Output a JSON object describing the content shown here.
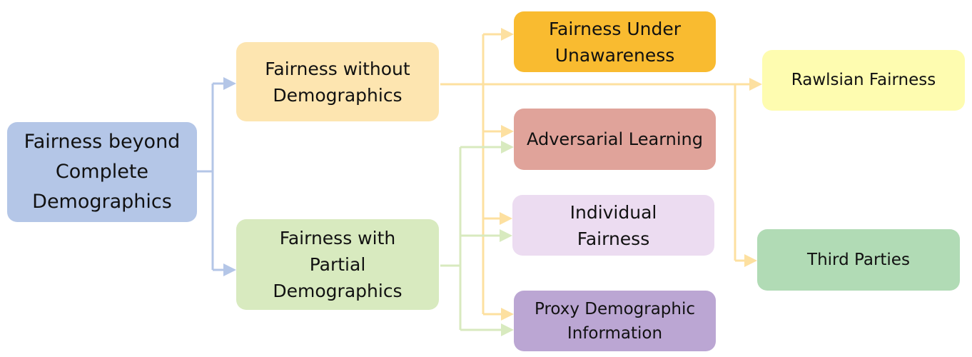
{
  "nodes": {
    "root": {
      "label": "Fairness beyond\nComplete\nDemographics",
      "color": "#b4c6e7"
    },
    "without": {
      "label": "Fairness without\nDemographics",
      "color": "#fde5b0"
    },
    "partial": {
      "label": "Fairness with\nPartial\nDemographics",
      "color": "#d8eabf"
    },
    "unawareness": {
      "label": "Fairness Under\nUnawareness",
      "color": "#f9bb30"
    },
    "adversarial": {
      "label": "Adversarial Learning",
      "color": "#e0a39a"
    },
    "individual": {
      "label": "Individual\nFairness",
      "color": "#ecdcf1"
    },
    "proxy": {
      "label": "Proxy Demographic\nInformation",
      "color": "#bba6d3"
    },
    "rawlsian": {
      "label": "Rawlsian Fairness",
      "color": "#fefcb0"
    },
    "third": {
      "label": "Third Parties",
      "color": "#b1dbb5"
    }
  },
  "edge_colors": {
    "blue": "#b4c6e7",
    "yellow": "#fde5b0",
    "green": "#d8eabf"
  }
}
